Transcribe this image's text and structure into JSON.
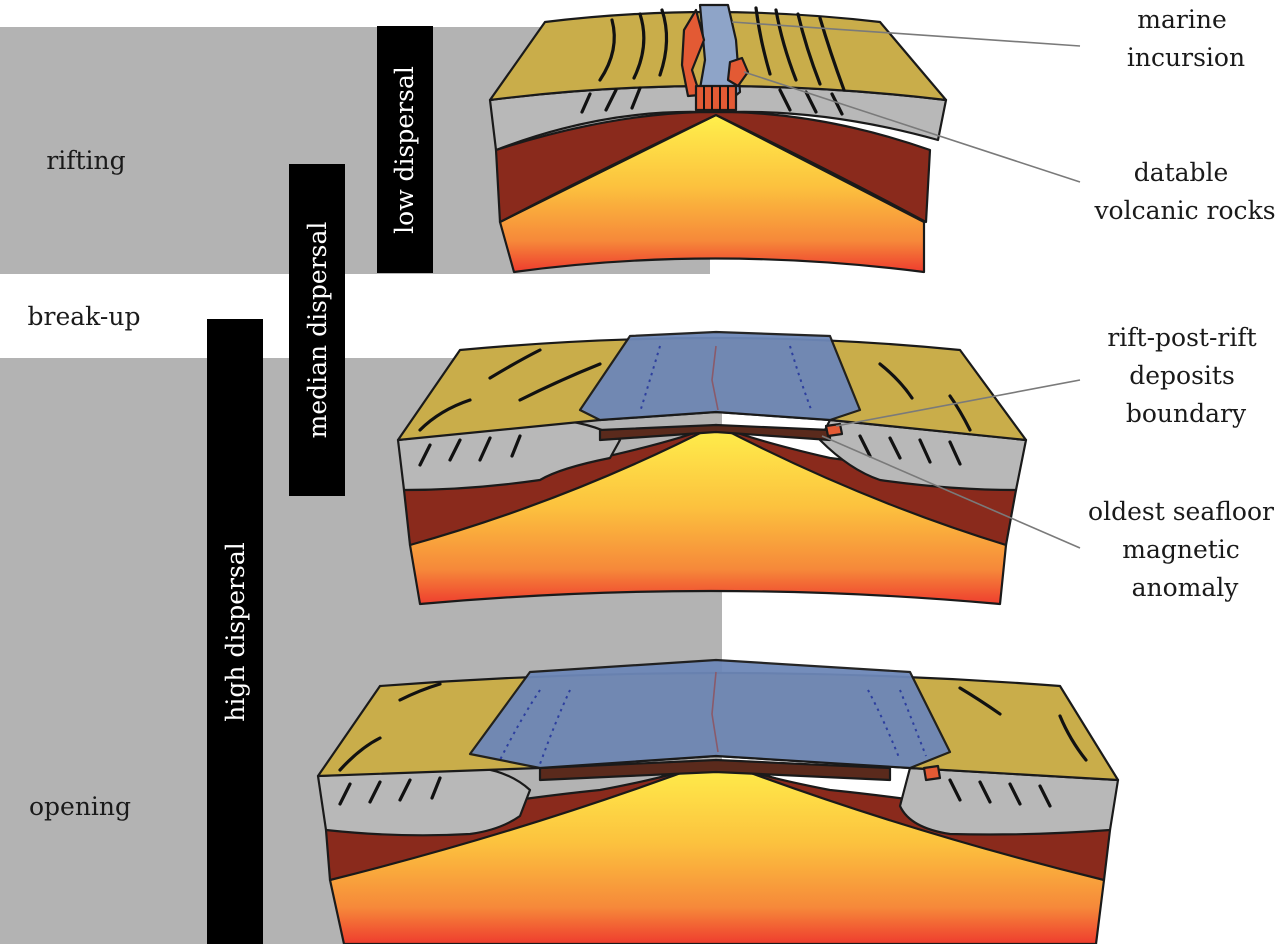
{
  "stages": {
    "rifting": "rifting",
    "break_up": "break-up",
    "opening": "opening"
  },
  "dispersal": {
    "low": "low dispersal",
    "median": "median dispersal",
    "high": "high dispersal"
  },
  "annotations": {
    "marine_incursion": [
      "marine",
      "incursion"
    ],
    "datable_volcanic": [
      "datable",
      "volcanic rocks"
    ],
    "rift_boundary": [
      "rift-post-rift",
      "deposits",
      "boundary"
    ],
    "oldest_seafloor": [
      "oldest seafloor",
      "magnetic",
      "anomaly"
    ]
  },
  "colors": {
    "stage_band": "#b3b3b3",
    "dispersal_bar": "#000000",
    "sediment": "#c9ad4a",
    "upper_crust": "#b8b8b8",
    "lithosphere": "#8a2a1c",
    "asthenosphere_top": "#fde64a",
    "asthenosphere_bottom": "#ee3e2e",
    "ocean": "#6d87b8",
    "volcanic": "#e35a34"
  }
}
